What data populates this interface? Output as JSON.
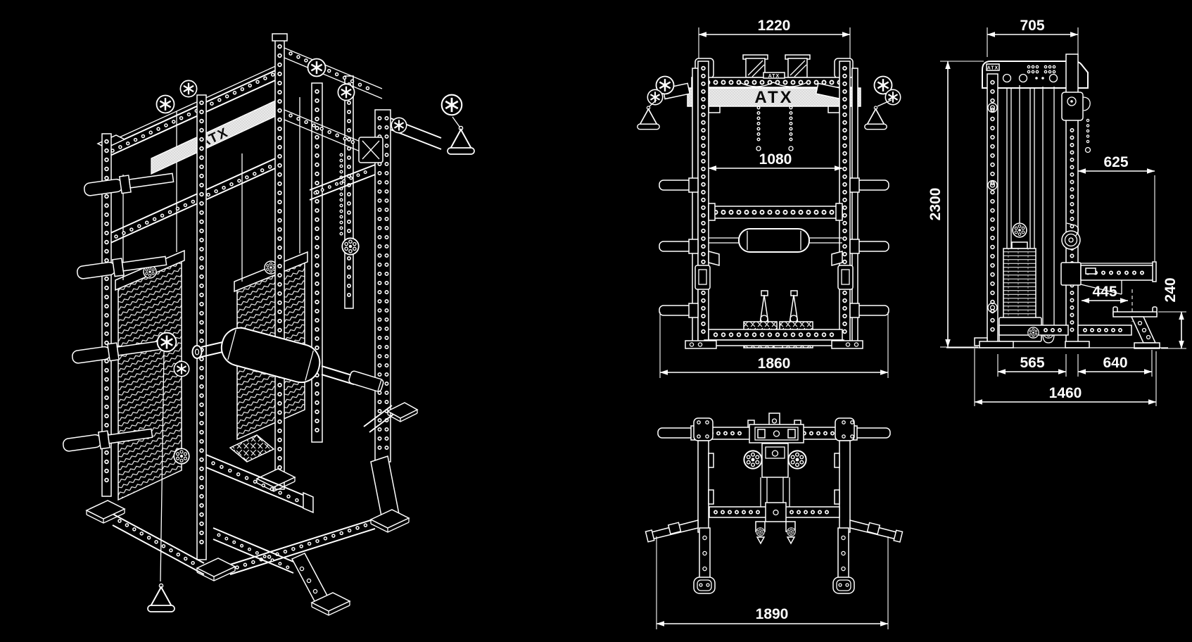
{
  "colors": {
    "background": "#000000",
    "lines": "#ffffff",
    "logo_band": "#e9e9e9",
    "logo_text": "#0a0a0a"
  },
  "brand": {
    "logo_text": "ATX"
  },
  "views": {
    "front": {
      "dims": {
        "top_width": "1220",
        "inner_width": "1080",
        "base_width": "1860"
      }
    },
    "side": {
      "dims": {
        "top_depth": "705",
        "total_height": "2300",
        "arm_reach": "625",
        "hook_depth": "445",
        "step_height": "240",
        "base_front_span": "565",
        "base_rear_span": "640",
        "total_depth": "1460"
      }
    },
    "top": {
      "dims": {
        "total_width": "1890"
      }
    }
  }
}
